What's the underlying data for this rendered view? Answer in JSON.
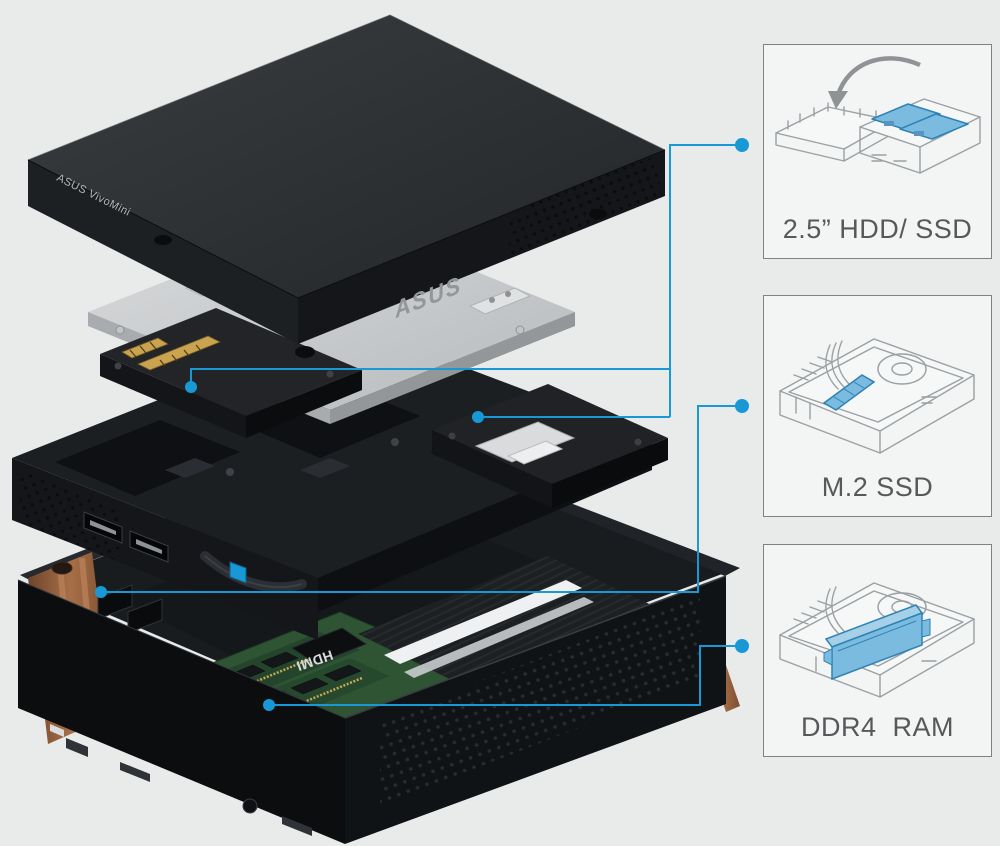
{
  "page": {
    "background": "#e9eaea"
  },
  "theme": {
    "accent_blue": "#1899d6",
    "highlight_fill": "#7bbbdf",
    "highlight_stroke": "#2e82b4",
    "box_border": "#7f8284",
    "box_fill": "#f3f4f4",
    "label_color": "#56585a"
  },
  "product": {
    "lid_text": "ASUS VivoMini",
    "logo_text": "ASUS",
    "hdmi_label": "HDMI"
  },
  "callouts": [
    {
      "id": "hdd-ssd",
      "label": "2.5” HDD/ SSD",
      "icon": "hdd-install-illustration"
    },
    {
      "id": "m2-ssd",
      "label": "M.2 SSD",
      "icon": "m2-slot-illustration"
    },
    {
      "id": "ddr4-ram",
      "label": "DDR4  RAM",
      "icon": "ram-slot-illustration"
    }
  ]
}
